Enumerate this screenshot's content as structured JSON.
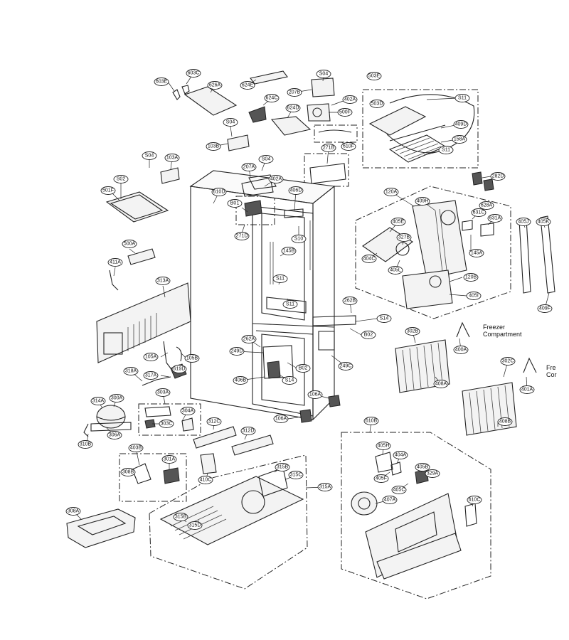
{
  "captions": {
    "freezer_line1": "Freezer",
    "freezer_line2": "Compartment",
    "freezer2_line1": "Fre",
    "freezer2_line2": "Cor"
  },
  "callouts": [
    {
      "id": "c603E",
      "label": "603E"
    },
    {
      "id": "c603C",
      "label": "603C"
    },
    {
      "id": "c626A",
      "label": "626A"
    },
    {
      "id": "c624E",
      "label": "624E"
    },
    {
      "id": "c624C",
      "label": "624C"
    },
    {
      "id": "c624D",
      "label": "624D"
    },
    {
      "id": "cS04a",
      "label": "S04"
    },
    {
      "id": "c207B",
      "label": "207B"
    },
    {
      "id": "c402Aa",
      "label": "402A"
    },
    {
      "id": "c500F",
      "label": "500F"
    },
    {
      "id": "c503E",
      "label": "503E"
    },
    {
      "id": "c503D",
      "label": "503D"
    },
    {
      "id": "cS11a",
      "label": "S11"
    },
    {
      "id": "c409D",
      "label": "409D"
    },
    {
      "id": "c158A",
      "label": "158A"
    },
    {
      "id": "cS11b",
      "label": "S11"
    },
    {
      "id": "cS04b",
      "label": "S04"
    },
    {
      "id": "c103B",
      "label": "103B"
    },
    {
      "id": "c271B",
      "label": "271B"
    },
    {
      "id": "c610F",
      "label": "610F"
    },
    {
      "id": "cS04c",
      "label": "S04"
    },
    {
      "id": "c103A",
      "label": "103A"
    },
    {
      "id": "cS04d",
      "label": "S04"
    },
    {
      "id": "c207A",
      "label": "207A"
    },
    {
      "id": "c402Ab",
      "label": "402A"
    },
    {
      "id": "c282D",
      "label": "282D"
    },
    {
      "id": "cS02",
      "label": "S02"
    },
    {
      "id": "c501F",
      "label": "501F"
    },
    {
      "id": "c610D",
      "label": "610D"
    },
    {
      "id": "c406D",
      "label": "406D"
    },
    {
      "id": "c120A",
      "label": "120A"
    },
    {
      "id": "cB01",
      "label": "B01"
    },
    {
      "id": "c409H",
      "label": "409H"
    },
    {
      "id": "c628A",
      "label": "628A"
    },
    {
      "id": "c631C",
      "label": "631C"
    },
    {
      "id": "c631A",
      "label": "631A"
    },
    {
      "id": "c405J",
      "label": "405J"
    },
    {
      "id": "c405K",
      "label": "405K"
    },
    {
      "id": "c271D",
      "label": "271D"
    },
    {
      "id": "cS10",
      "label": "S10"
    },
    {
      "id": "c405E",
      "label": "405E"
    },
    {
      "id": "c327B",
      "label": "327B"
    },
    {
      "id": "c500A",
      "label": "500A"
    },
    {
      "id": "c145B",
      "label": "145B"
    },
    {
      "id": "c404C",
      "label": "404C"
    },
    {
      "id": "c145A",
      "label": "145A"
    },
    {
      "id": "c411A",
      "label": "411A"
    },
    {
      "id": "c405L",
      "label": "405L"
    },
    {
      "id": "c313A",
      "label": "313A"
    },
    {
      "id": "c120B",
      "label": "120B"
    },
    {
      "id": "cS11c",
      "label": "S11"
    },
    {
      "id": "cS11d",
      "label": "S11"
    },
    {
      "id": "c405I",
      "label": "405I"
    },
    {
      "id": "c409F",
      "label": "409F"
    },
    {
      "id": "c262B",
      "label": "262B"
    },
    {
      "id": "cS14a",
      "label": "S14"
    },
    {
      "id": "cB02a",
      "label": "B02"
    },
    {
      "id": "c262A",
      "label": "262A"
    },
    {
      "id": "c302B",
      "label": "302B"
    },
    {
      "id": "c400A",
      "label": "400A"
    },
    {
      "id": "c249D",
      "label": "249D"
    },
    {
      "id": "c105A",
      "label": "105A"
    },
    {
      "id": "c105B",
      "label": "105B"
    },
    {
      "id": "cB02b",
      "label": "B02"
    },
    {
      "id": "c249C",
      "label": "249C"
    },
    {
      "id": "c302C",
      "label": "302C"
    },
    {
      "id": "c318A",
      "label": "318A"
    },
    {
      "id": "c317A",
      "label": "317A"
    },
    {
      "id": "c619D",
      "label": "619D"
    },
    {
      "id": "c406B",
      "label": "406B"
    },
    {
      "id": "cS14b",
      "label": "S14"
    },
    {
      "id": "c408A",
      "label": "408A"
    },
    {
      "id": "c401A",
      "label": "401A"
    },
    {
      "id": "c303A",
      "label": "303A"
    },
    {
      "id": "c106Aa",
      "label": "106A"
    },
    {
      "id": "c314A",
      "label": "314A"
    },
    {
      "id": "c300A",
      "label": "300A"
    },
    {
      "id": "c304A",
      "label": "304A"
    },
    {
      "id": "c106Ab",
      "label": "106A"
    },
    {
      "id": "c408B",
      "label": "408B"
    },
    {
      "id": "c303C",
      "label": "303C"
    },
    {
      "id": "c312C",
      "label": "312C"
    },
    {
      "id": "c306A",
      "label": "306A"
    },
    {
      "id": "c310B",
      "label": "310B"
    },
    {
      "id": "c312D",
      "label": "312D"
    },
    {
      "id": "c610B",
      "label": "610B"
    },
    {
      "id": "c403B",
      "label": "403B"
    },
    {
      "id": "c301A",
      "label": "301A"
    },
    {
      "id": "c405H",
      "label": "405H"
    },
    {
      "id": "c404A",
      "label": "404A"
    },
    {
      "id": "c315B",
      "label": "315B"
    },
    {
      "id": "c405B",
      "label": "405B"
    },
    {
      "id": "c308B",
      "label": "308B"
    },
    {
      "id": "c315C",
      "label": "315C"
    },
    {
      "id": "c329A",
      "label": "329A"
    },
    {
      "id": "c405F",
      "label": "405F"
    },
    {
      "id": "c410C",
      "label": "410C"
    },
    {
      "id": "c315A",
      "label": "315A"
    },
    {
      "id": "c405C",
      "label": "405C"
    },
    {
      "id": "c407A",
      "label": "407A"
    },
    {
      "id": "c610C",
      "label": "610C"
    },
    {
      "id": "c308A",
      "label": "308A"
    },
    {
      "id": "c315Bb",
      "label": "315B"
    },
    {
      "id": "c315D",
      "label": "315D"
    }
  ]
}
